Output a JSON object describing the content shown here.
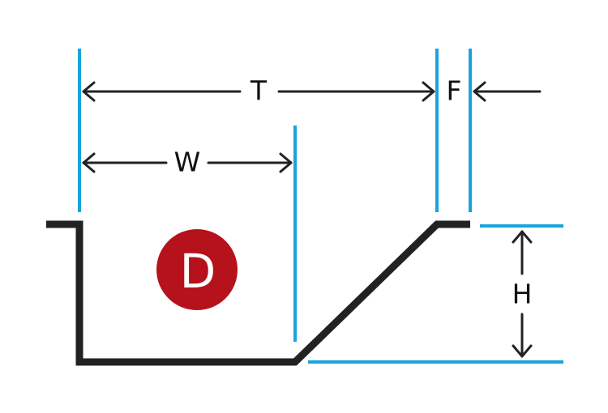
{
  "labels": {
    "total": "T",
    "width": "W",
    "flange": "F",
    "height": "H",
    "badge": "D"
  },
  "colors": {
    "dimension_line": "#1aa3dc",
    "profile": "#222222",
    "badge_fill": "#b5121b",
    "badge_text": "#ffffff"
  }
}
